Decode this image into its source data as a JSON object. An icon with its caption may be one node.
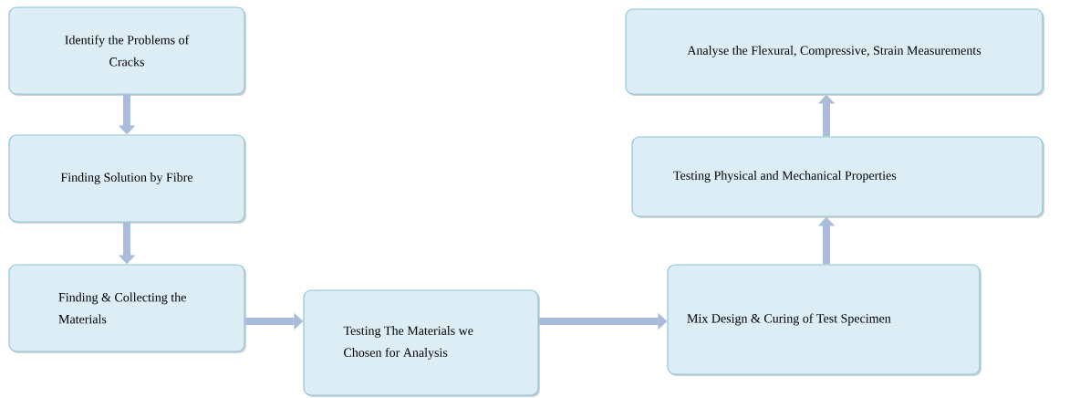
{
  "diagram": {
    "nodes": [
      {
        "text": [
          "Identify the Problems of Cracks"
        ]
      },
      {
        "text": [
          "Finding Solution by Fibre"
        ]
      },
      {
        "text": [
          "Finding & Collecting the Materials"
        ]
      },
      {
        "text": [
          "Testing The Materials we Chosen for Analysis"
        ]
      },
      {
        "text": [
          "Mix Design & Curing of Test Specimen"
        ]
      },
      {
        "text": [
          "Testing Physical and Mechanical Properties"
        ]
      },
      {
        "text": [
          "Analyse the Flexural, Compressive, Strain Measurements"
        ]
      }
    ],
    "edges": [
      {
        "from": 0,
        "to": 1,
        "arrow": "to"
      },
      {
        "from": 1,
        "to": 2,
        "arrow": "to"
      },
      {
        "from": 2,
        "to": 3,
        "arrow": "to"
      },
      {
        "from": 3,
        "to": 4,
        "arrow": "to"
      },
      {
        "from": 4,
        "to": 5,
        "arrow": "to"
      },
      {
        "from": 5,
        "to": 6,
        "arrow": "to"
      }
    ]
  }
}
